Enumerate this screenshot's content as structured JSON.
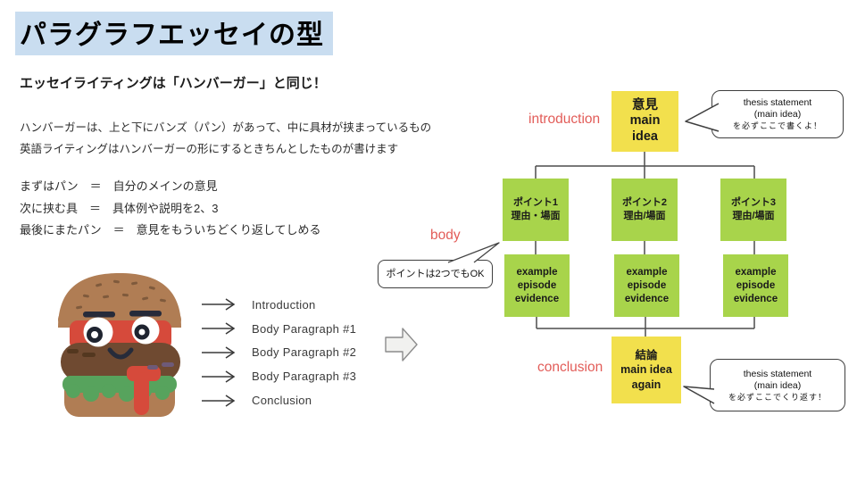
{
  "slide": {
    "title": "パラグラフエッセイの型",
    "subtitle": "エッセイライティングは「ハンバーガー」と同じ！",
    "paragraph": [
      "ハンバーガーは、上と下にバンズ（パン）があって、中に具材が挟まっているもの",
      "英語ライティングはハンバーガーの形にするときちんとしたものが書けます"
    ],
    "analogy": [
      "まずはパン　＝　自分のメインの意見",
      "次に挟む具　＝　具体例や説明を2、3",
      "最後にまたパン　＝　意見をもういちどくり返してしめる"
    ]
  },
  "burger": {
    "labels": [
      "Introduction",
      "Body Paragraph #1",
      "Body Paragraph #2",
      "Body Paragraph #3",
      "Conclusion"
    ]
  },
  "diagram": {
    "intro_label": "introduction",
    "body_label": "body",
    "conclusion_label": "conclusion",
    "intro_box": [
      "意見",
      "main",
      "idea"
    ],
    "points": [
      {
        "title": "ポイント1",
        "subtitle": "理由・場面"
      },
      {
        "title": "ポイント2",
        "subtitle": "理由/場面"
      },
      {
        "title": "ポイント3",
        "subtitle": "理由/場面"
      }
    ],
    "example_box": [
      "example",
      "episode",
      "evidence"
    ],
    "conclusion_box": [
      "結論",
      "main idea",
      "again"
    ],
    "bubble_top": [
      "thesis statement",
      "(main idea)",
      "を必ずここで書くよ！"
    ],
    "bubble_bottom": [
      "thesis statement",
      "(main idea)",
      "を必ずここでくり返す！"
    ],
    "body_note": "ポイントは2つでもOK"
  },
  "colors": {
    "title_highlight": "#c9ddf0",
    "accent_red": "#e25c58",
    "box_yellow": "#f2e04d",
    "box_green": "#a8d44b",
    "connector_gray": "#4d4d4d"
  }
}
